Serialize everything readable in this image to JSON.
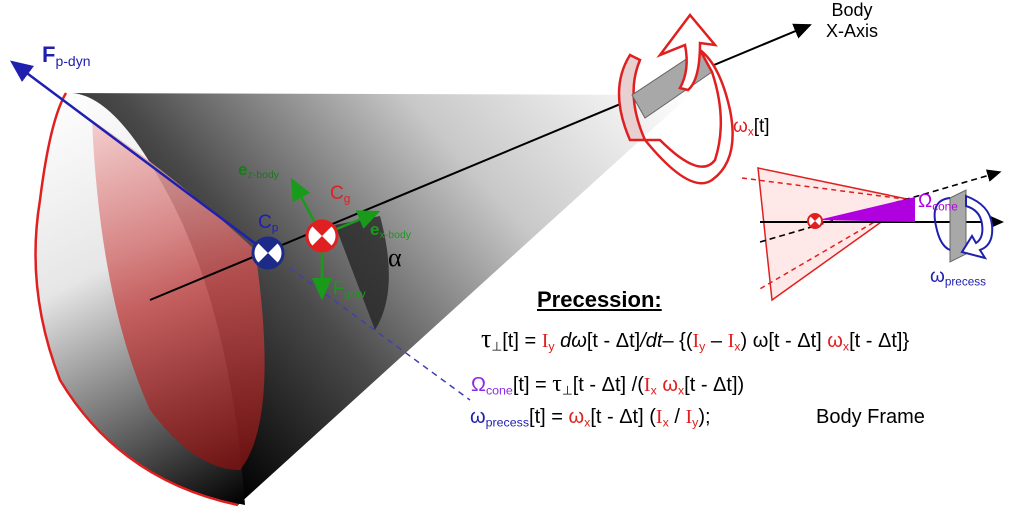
{
  "labels": {
    "f_pdyn": {
      "main": "F",
      "sub": "p-dyn"
    },
    "c_p": {
      "main": "C",
      "sub": "p"
    },
    "c_g": {
      "main": "C",
      "sub": "g"
    },
    "e_zbody": {
      "main": "e",
      "sub": "z-body"
    },
    "e_xbody": {
      "main": "e",
      "sub": "x-body"
    },
    "f_grav": {
      "main": "F",
      "sub": "grav"
    },
    "alpha": "α",
    "omega_x": {
      "main": "ω",
      "sub": "x",
      "arg": "[t]"
    },
    "body_x_axis": {
      "line1": "Body",
      "line2": "X-Axis"
    },
    "omega_cone": {
      "main": "Ω",
      "sub": "cone"
    },
    "omega_precess": {
      "main": "ω",
      "sub": "precess"
    }
  },
  "equations": {
    "title": "Precession:",
    "eq1": {
      "tau": "τ",
      "tau_sub": "⊥",
      "lhs_arg": "[t]",
      "eq": " = ",
      "iy": "I",
      "iy_sub": "y",
      "d_omega": " dω",
      "d_arg": "[t - Δt]",
      "dt": "/dt",
      "minus_open": "– {(",
      "iy2": "I",
      "iy2_sub": "y",
      "minus": " – ",
      "ix": "I",
      "ix_sub": "x",
      "close": ") ω[t - Δt] ",
      "wx": "ω",
      "wx_sub": "x",
      "end": "[t - Δt]}"
    },
    "eq2": {
      "Omega": "Ω",
      "Omega_sub": "cone",
      "lhs": "[t] = ",
      "tau": "τ",
      "tau_sub": "⊥",
      "mid": "[t - Δt] /(",
      "ix": "I",
      "ix_sub": "x",
      "sp": " ",
      "wx": "ω",
      "wx_sub": "x",
      "end": "[t - Δt])"
    },
    "eq3": {
      "w": "ω",
      "w_sub": "precess",
      "lhs": "[t] = ",
      "wx": "ω",
      "wx_sub": "x",
      "mid": "[t - Δt] (",
      "ix": "I",
      "ix_sub": "x",
      "slash": " / ",
      "iy": "I",
      "iy_sub": "y",
      "end": ");"
    },
    "body_frame": "Body Frame"
  },
  "colors": {
    "red": "#e02020",
    "blue": "#2020b0",
    "green": "#1a9a1a",
    "purple": "#b000e0",
    "black": "#000000"
  }
}
